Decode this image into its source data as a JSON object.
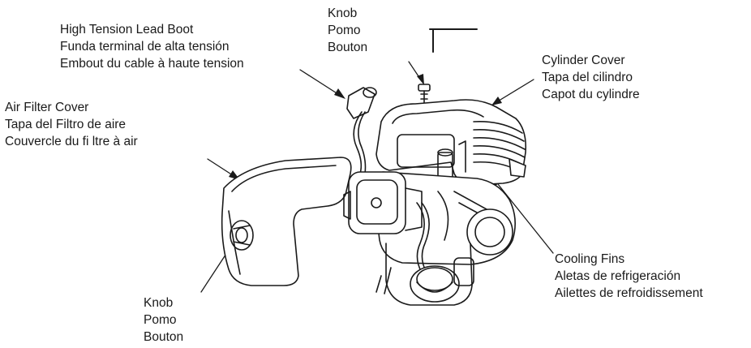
{
  "labels": {
    "high_tension_lead_boot": {
      "en": "High Tension Lead Boot",
      "es": "Funda terminal de alta tensión",
      "fr": "Embout du cable à haute tension"
    },
    "knob_top": {
      "en": "Knob",
      "es": "Pomo",
      "fr": "Bouton"
    },
    "cylinder_cover": {
      "en": "Cylinder Cover",
      "es": "Tapa del cilindro",
      "fr": "Capot du cylindre"
    },
    "air_filter_cover": {
      "en": "Air Filter Cover",
      "es": "Tapa del Filtro de aire",
      "fr": "Couvercle du fi ltre à air"
    },
    "cooling_fins": {
      "en": "Cooling Fins",
      "es": "Aletas de refrigeración",
      "fr": "Ailettes de refroidissement"
    },
    "knob_bottom": {
      "en": "Knob",
      "es": "Pomo",
      "fr": "Bouton"
    }
  },
  "colors": {
    "line": "#1a1a1a",
    "background": "#ffffff"
  }
}
